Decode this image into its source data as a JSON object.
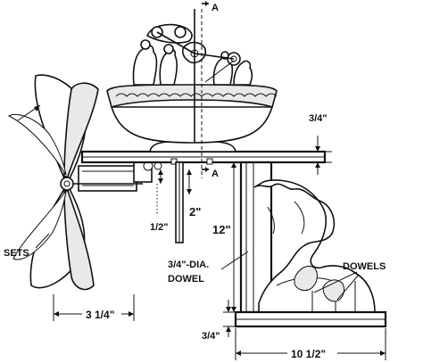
{
  "labels": {
    "section_mark_top": "A",
    "section_mark_mid": "A",
    "dim_base_thickness_top": "3/4\"",
    "dim_half_inch": "1/2\"",
    "dim_two_inch": "2\"",
    "dim_twelve_inch": "12\"",
    "dowel_callout_line1": "3/4\"-DIA.",
    "dowel_callout_line2": "DOWEL",
    "dowels_callout": "DOWELS",
    "sets_callout": "SETS",
    "dim_three_quarter_width": "3 1/4\"",
    "dim_base_thickness_bottom": "3/4\"",
    "dim_ten_half": "10 1/2\""
  }
}
